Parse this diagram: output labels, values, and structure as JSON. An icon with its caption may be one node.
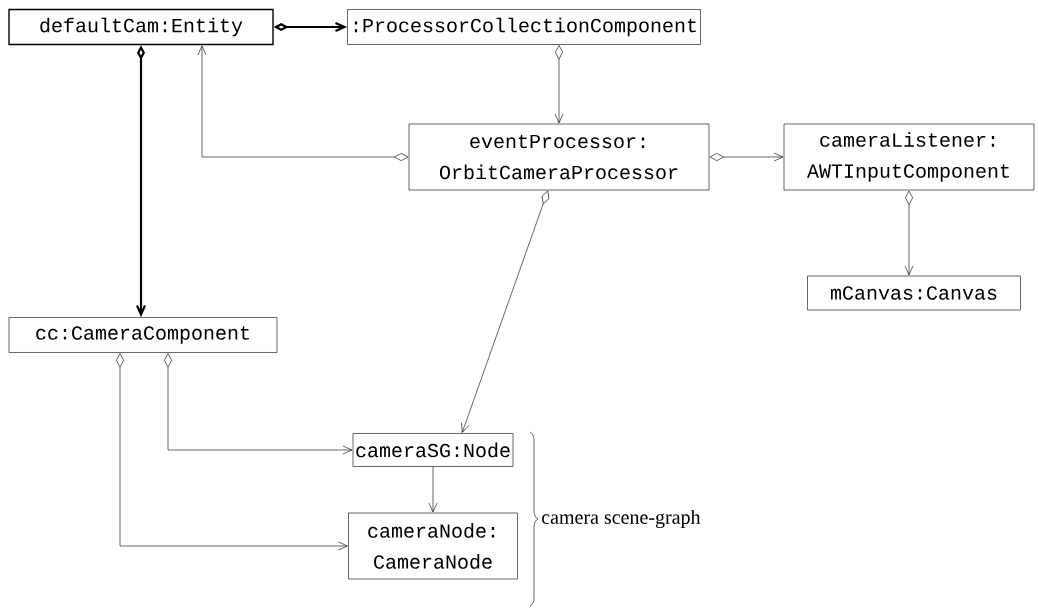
{
  "diagram": {
    "nodes": [
      {
        "text": [
          "defaultCam:Entity"
        ]
      },
      {
        "text": [
          ":ProcessorCollectionComponent"
        ]
      },
      {
        "text": [
          "eventProcessor: OrbitCameraProcessor"
        ]
      },
      {
        "text": [
          "cameraListener: AWTInputComponent"
        ]
      },
      {
        "text": [
          "mCanvas:Canvas"
        ]
      },
      {
        "text": [
          "cc:CameraComponent"
        ]
      },
      {
        "text": [
          "cameraSG:Node"
        ]
      },
      {
        "text": [
          "cameraNode: CameraNode"
        ]
      }
    ],
    "edges": [
      {
        "from": 0,
        "to": 1,
        "arrow": "to",
        "style": "thick"
      },
      {
        "from": 0,
        "to": 5,
        "arrow": "to",
        "style": "thick"
      },
      {
        "from": 1,
        "to": 2,
        "arrow": "to"
      },
      {
        "from": 2,
        "to": 0,
        "arrow": "to"
      },
      {
        "from": 2,
        "to": 3,
        "arrow": "to"
      },
      {
        "from": 3,
        "to": 4,
        "arrow": "to"
      },
      {
        "from": 2,
        "to": 6,
        "arrow": "to"
      },
      {
        "from": 5,
        "to": 6,
        "arrow": "to"
      },
      {
        "from": 6,
        "to": 7,
        "arrow": "to"
      },
      {
        "from": 5,
        "to": 7,
        "arrow": "to"
      }
    ],
    "labels": [
      "camera scene-graph"
    ]
  }
}
